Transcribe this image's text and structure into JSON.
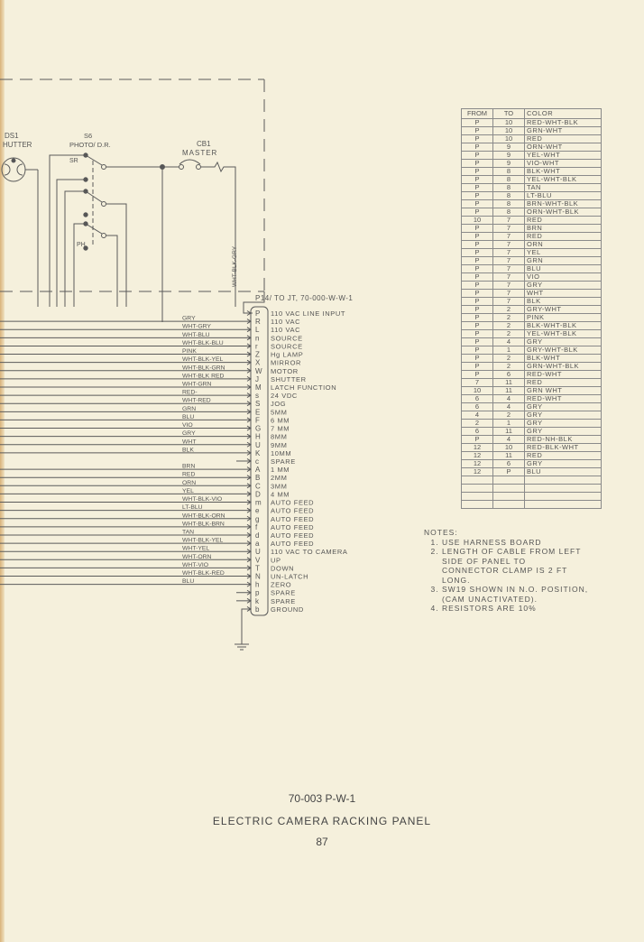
{
  "schematic": {
    "ds1_label": "DS1",
    "ds1_name": "HUTTER",
    "s6_label": "S6",
    "s6_name": "PHOTO/ D.R.",
    "sr_label": "SR",
    "ph_label": "PH",
    "cb1_label": "CB1",
    "cb1_name": "MASTER",
    "vertical_wire": "WHT-BLK-GRY"
  },
  "connector": {
    "header": "P14/ TO JT, 70-000-W-W-1",
    "pins": [
      {
        "pin": "P",
        "wire": "",
        "function": "110 VAC  LINE INPUT"
      },
      {
        "pin": "R",
        "wire": "GRY",
        "function": "110 VAC"
      },
      {
        "pin": "L",
        "wire": "WHT-GRY",
        "function": "110 VAC"
      },
      {
        "pin": "n",
        "wire": "WHT-BLU",
        "function": "SOURCE"
      },
      {
        "pin": "r",
        "wire": "WHT-BLK-BLU",
        "function": "SOURCE"
      },
      {
        "pin": "Z",
        "wire": "PINK",
        "function": "Hg LAMP"
      },
      {
        "pin": "X",
        "wire": "WHT-BLK-YEL",
        "function": "MIRROR"
      },
      {
        "pin": "W",
        "wire": "WHT-BLK-GRN",
        "function": "MOTOR"
      },
      {
        "pin": "J",
        "wire": "WHT-BLK RED",
        "function": "SHUTTER"
      },
      {
        "pin": "M",
        "wire": "WHT-GRN",
        "function": "LATCH  FUNCTION"
      },
      {
        "pin": "s",
        "wire": "RED-",
        "function": "24 VDC"
      },
      {
        "pin": "S",
        "wire": "WHT-RED",
        "function": "JOG"
      },
      {
        "pin": "E",
        "wire": "GRN",
        "function": "5MM"
      },
      {
        "pin": "F",
        "wire": "BLU",
        "function": "6 MM"
      },
      {
        "pin": "G",
        "wire": "VIO",
        "function": "7 MM"
      },
      {
        "pin": "H",
        "wire": "GRY",
        "function": "8MM"
      },
      {
        "pin": "U",
        "wire": "WHT",
        "function": "9MM"
      },
      {
        "pin": "K",
        "wire": "BLK",
        "function": "10MM"
      },
      {
        "pin": "c",
        "wire": "",
        "function": "SPARE"
      },
      {
        "pin": "A",
        "wire": "BRN",
        "function": "1 MM"
      },
      {
        "pin": "B",
        "wire": "RED",
        "function": "2MM"
      },
      {
        "pin": "C",
        "wire": "ORN",
        "function": "3MM"
      },
      {
        "pin": "D",
        "wire": "YEL",
        "function": "4 MM"
      },
      {
        "pin": "m",
        "wire": "WHT-BLK-VIO",
        "function": "AUTO FEED"
      },
      {
        "pin": "e",
        "wire": "LT-BLU",
        "function": "AUTO FEED"
      },
      {
        "pin": "g",
        "wire": "WHT-BLK-ORN",
        "function": "AUTO FEED"
      },
      {
        "pin": "f",
        "wire": "WHT-BLK-BRN",
        "function": "AUTO FEED"
      },
      {
        "pin": "d",
        "wire": "TAN",
        "function": "AUTO FEED"
      },
      {
        "pin": "a",
        "wire": "WHT-BLK-YEL",
        "function": "AUTO FEED"
      },
      {
        "pin": "U",
        "wire": "WHT-YEL",
        "function": "110 VAC TO CAMERA"
      },
      {
        "pin": "V",
        "wire": "WHT-ORN",
        "function": "UP"
      },
      {
        "pin": "T",
        "wire": "WHT-VIO",
        "function": "DOWN"
      },
      {
        "pin": "N",
        "wire": "WHT-BLK-RED",
        "function": "UN-LATCH"
      },
      {
        "pin": "h",
        "wire": "BLU",
        "function": "ZERO"
      },
      {
        "pin": "p",
        "wire": "",
        "function": "SPARE"
      },
      {
        "pin": "k",
        "wire": "",
        "function": "SPARE"
      },
      {
        "pin": "b",
        "wire": "",
        "function": "GROUND"
      }
    ]
  },
  "table": {
    "headers": [
      "FROM",
      "TO",
      "COLOR"
    ],
    "rows": [
      [
        "P",
        "10",
        "RED-WHT-BLK"
      ],
      [
        "P",
        "10",
        "GRN-WHT"
      ],
      [
        "P",
        "10",
        "RED"
      ],
      [
        "P",
        "9",
        "ORN-WHT"
      ],
      [
        "P",
        "9",
        "YEL-WHT"
      ],
      [
        "P",
        "9",
        "VIO-WHT"
      ],
      [
        "P",
        "8",
        "BLK-WHT"
      ],
      [
        "P",
        "8",
        "YEL-WHT-BLK"
      ],
      [
        "P",
        "8",
        "TAN"
      ],
      [
        "P",
        "8",
        "LT-BLU"
      ],
      [
        "P",
        "8",
        "BRN-WHT-BLK"
      ],
      [
        "P",
        "8",
        "ORN-WHT-BLK"
      ],
      [
        "10",
        "7",
        "RED"
      ],
      [
        "P",
        "7",
        "BRN"
      ],
      [
        "P",
        "7",
        "RED"
      ],
      [
        "P",
        "7",
        "ORN"
      ],
      [
        "P",
        "7",
        "YEL"
      ],
      [
        "P",
        "7",
        "GRN"
      ],
      [
        "P",
        "7",
        "BLU"
      ],
      [
        "P",
        "7",
        "VIO"
      ],
      [
        "P",
        "7",
        "GRY"
      ],
      [
        "P",
        "7",
        "WHT"
      ],
      [
        "P",
        "7",
        "BLK"
      ],
      [
        "P",
        "2",
        "GRY-WHT"
      ],
      [
        "P",
        "2",
        "PINK"
      ],
      [
        "P",
        "2",
        "BLK-WHT-BLK"
      ],
      [
        "P",
        "2",
        "YEL-WHT-BLK"
      ],
      [
        "P",
        "4",
        "GRY"
      ],
      [
        "P",
        "1",
        "GRY-WHT-BLK"
      ],
      [
        "P",
        "2",
        "BLK-WHT"
      ],
      [
        "P",
        "2",
        "GRN-WHT-BLK"
      ],
      [
        "P",
        "6",
        "RED-WHT"
      ],
      [
        "7",
        "11",
        "RED"
      ],
      [
        "10",
        "11",
        "GRN WHT"
      ],
      [
        "6",
        "4",
        "RED-WHT"
      ],
      [
        "6",
        "4",
        "GRY"
      ],
      [
        "4",
        "2",
        "GRY"
      ],
      [
        "2",
        "1",
        "GRY"
      ],
      [
        "6",
        "11",
        "GRY"
      ],
      [
        "P",
        "4",
        "RED-NH-BLK"
      ],
      [
        "12",
        "10",
        "RED-BLK-WHT"
      ],
      [
        "12",
        "11",
        "RED"
      ],
      [
        "12",
        "6",
        "GRY"
      ],
      [
        "12",
        "P",
        "BLU"
      ]
    ]
  },
  "notes": {
    "title": "NOTES:",
    "items": [
      "USE HARNESS BOARD",
      "LENGTH OF CABLE FROM LEFT SIDE OF PANEL TO CONNECTOR CLAMP IS 2 FT LONG.",
      "SW19 SHOWN IN N.O. POSITION, (CAM UNACTIVATED).",
      "RESISTORS ARE 10%"
    ]
  },
  "footer": {
    "drawing_number": "70-003 P-W-1",
    "title": "ELECTRIC CAMERA RACKING PANEL",
    "page": "87"
  }
}
